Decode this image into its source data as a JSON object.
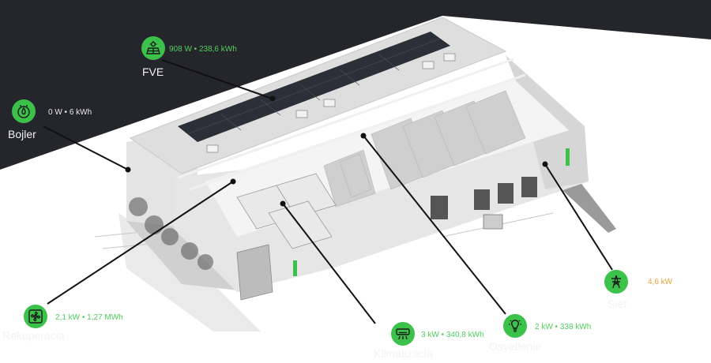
{
  "colors": {
    "background": "#25262b",
    "accent": "#3cc24a",
    "value_green": "#4fcf5c",
    "value_white": "#e8e8e8",
    "value_orange": "#e8a23c"
  },
  "nodes": {
    "fve": {
      "label": "FVE",
      "value": "908 W • 238,6 kWh",
      "icon": "solar-panel-icon"
    },
    "bojler": {
      "label": "Bojler",
      "value": "0 W • 6 kWh",
      "icon": "boiler-icon"
    },
    "rekuperacia": {
      "label": "Rekuperácia",
      "value": "2,1 kW • 1,27 MWh",
      "icon": "fan-icon"
    },
    "klimatizacia": {
      "label": "Klimatizácia",
      "value": "3 kW • 340,8 kWh",
      "icon": "air-conditioner-icon"
    },
    "osvetlenie": {
      "label": "Osvetlenie",
      "value": "2 kW • 338 kWh",
      "icon": "lightbulb-icon"
    },
    "siet": {
      "label": "Sieť",
      "value": "4,6 kW",
      "icon": "power-pylon-icon"
    }
  }
}
